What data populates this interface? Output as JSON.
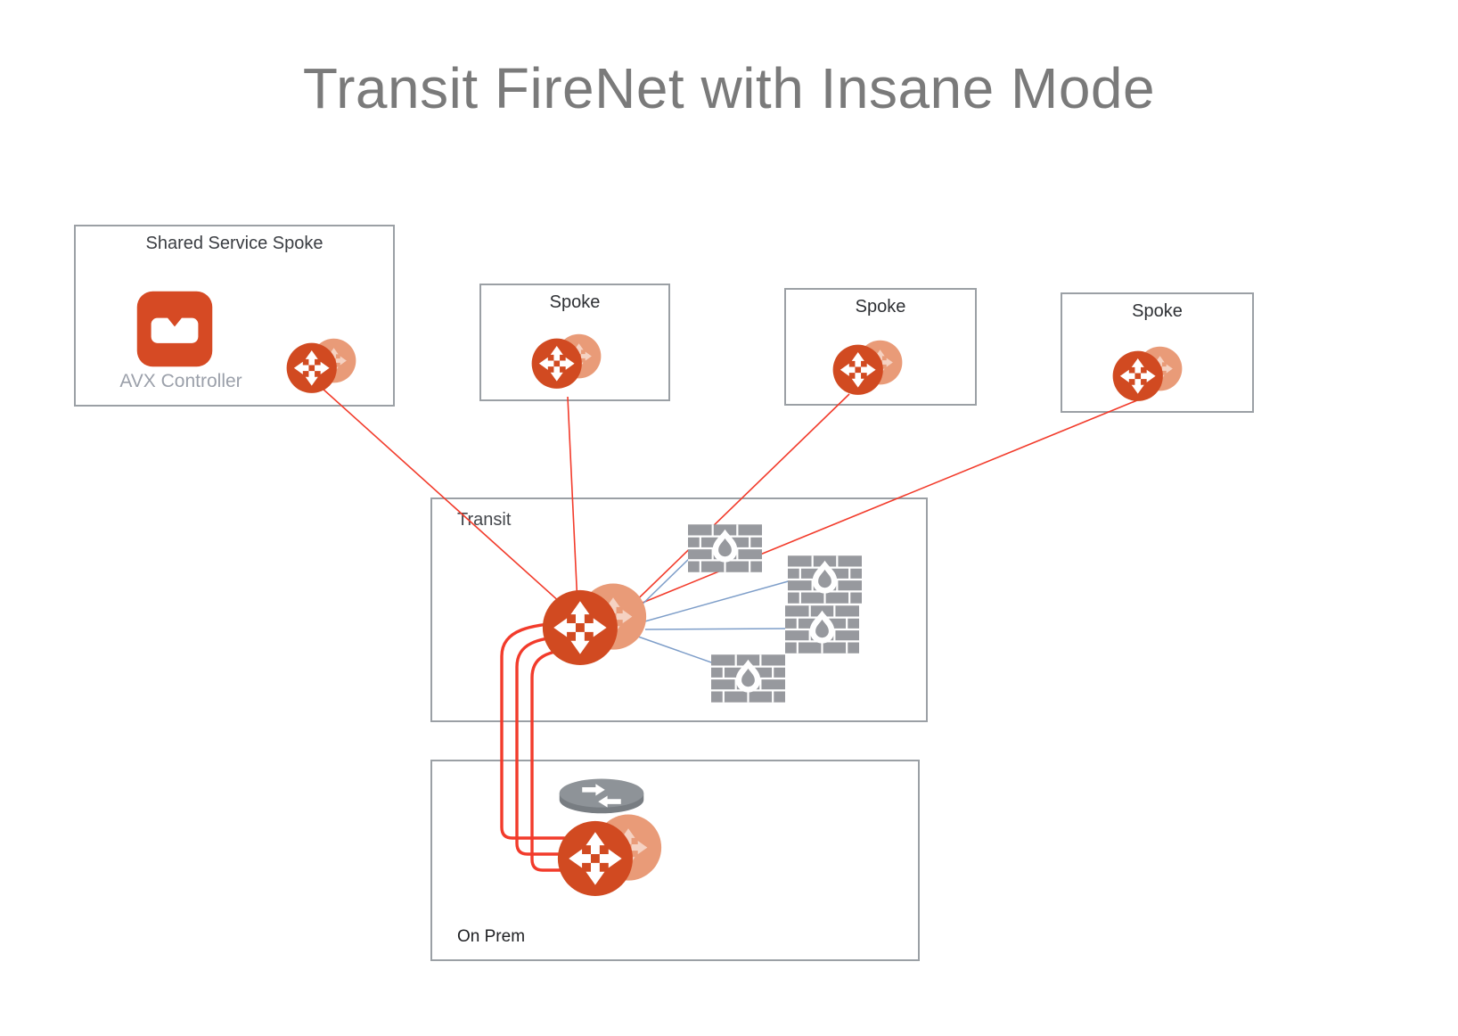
{
  "title": "Transit FireNet with Insane Mode",
  "shared_spoke": {
    "label": "Shared Service Spoke",
    "controller_label": "AVX Controller"
  },
  "spokes": [
    {
      "label": "Spoke"
    },
    {
      "label": "Spoke"
    },
    {
      "label": "Spoke"
    }
  ],
  "transit": {
    "label": "Transit"
  },
  "on_prem": {
    "label": "On Prem"
  },
  "connections": {
    "red_spoke_to_transit": 4,
    "blue_transit_to_firewall": 4,
    "red_transit_to_onprem_parallel": 3,
    "firewall_count": 4
  },
  "icons": {
    "gateway": "aviatrix-gateway-icon",
    "firewall": "firewall-brick-flame-icon",
    "router": "router-cylinder-icon",
    "controller": "avx-controller-icon"
  },
  "colors": {
    "gateway_primary": "#D14A21",
    "gateway_secondary": "#E99B78",
    "controller_orange": "#D64A24",
    "connection_red": "#F23B2B",
    "connection_blue": "#7E9EC9",
    "firewall_gray": "#97999E",
    "router_gray": "#8E9398",
    "box_border": "#9BA0A5",
    "title_gray": "#7A7A7A",
    "controller_label_gray": "#9BA0AA"
  }
}
